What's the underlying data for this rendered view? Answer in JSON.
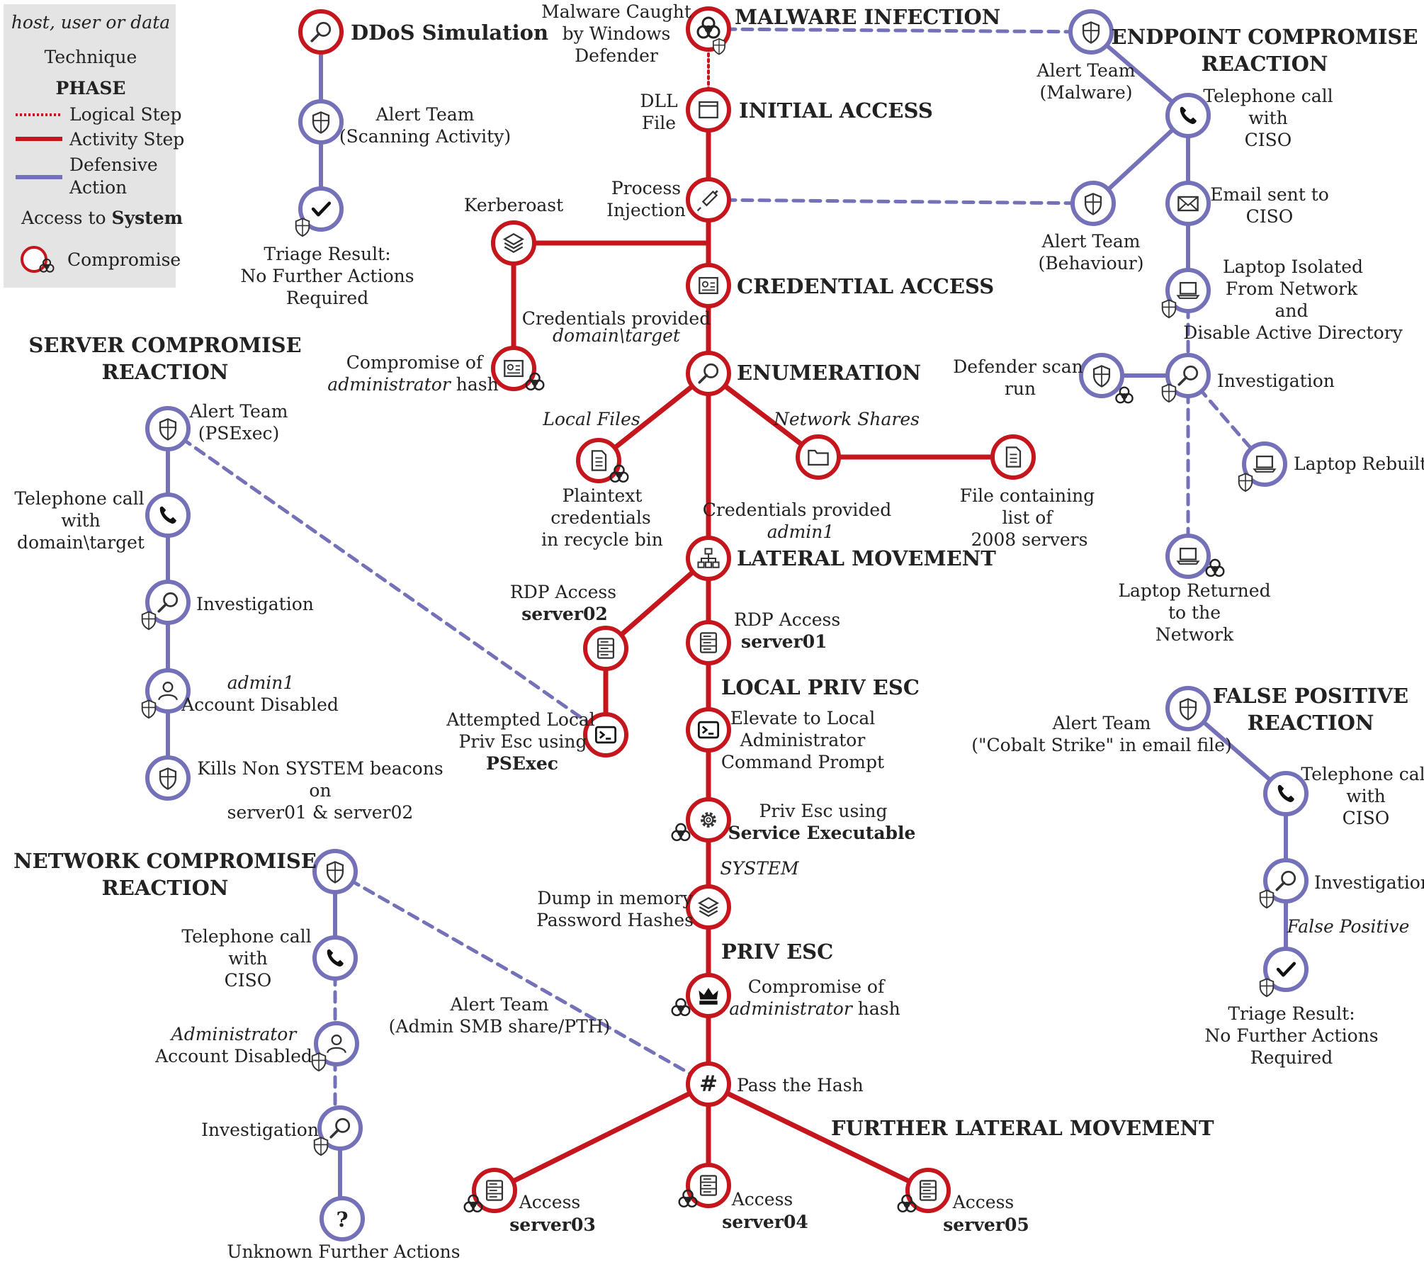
{
  "colors": {
    "activity": "#c4161c",
    "defensive": "#7471b8",
    "node_fill": "#ffffff",
    "icon": "#333333",
    "legend_bg": "#e4e4e4"
  },
  "legend": {
    "line1": "host, user or data",
    "line2": "Technique",
    "line3": "PHASE",
    "logical": "Logical Step",
    "activity": "Activity Step",
    "defensive_1": "Defensive",
    "defensive_2": "Action",
    "access_prefix": "Access to ",
    "access_bold": "System",
    "compromise": "Compromise"
  },
  "phases": {
    "ddos": "DDoS Simulation",
    "malware": "MALWARE INFECTION",
    "initial": "INITIAL ACCESS",
    "credential": "CREDENTIAL ACCESS",
    "enumeration": "ENUMERATION",
    "lateral": "LATERAL MOVEMENT",
    "localpriv": "LOCAL PRIV ESC",
    "privesc": "PRIV ESC",
    "further": "FURTHER LATERAL MOVEMENT",
    "endpoint_1": "ENDPOINT COMPROMISE",
    "endpoint_2": "REACTION",
    "server_1": "SERVER COMPROMISE",
    "server_2": "REACTION",
    "network_1": "NETWORK COMPROMISE",
    "network_2": "REACTION",
    "falsepos_1": "FALSE POSITIVE",
    "falsepos_2": "REACTION"
  },
  "labels": {
    "ddos_alert_1": "Alert  Team",
    "ddos_alert_2": "(Scanning Activity)",
    "ddos_triage_1": "Triage Result:",
    "ddos_triage_2": "No Further Actions",
    "ddos_triage_3": "Required",
    "mal_caught_1": "Malware Caught",
    "mal_caught_2": "by Windows",
    "mal_caught_3": "Defender",
    "dll_1": "DLL",
    "dll_2": "File",
    "proc_1": "Process",
    "proc_2": "Injection",
    "kerb": "Kerberoast",
    "comp_admin_1": "Compromise of",
    "comp_admin_2i": "administrator",
    "comp_admin_2": " hash",
    "cred_prov_1": "Credentials provided",
    "cred_prov_2": "domain\\target",
    "local_files": "Local Files",
    "net_shares": "Network Shares",
    "plaintext_1": "Plaintext",
    "plaintext_2": "credentials",
    "plaintext_3": "in recycle bin",
    "filelist_1": "File containing",
    "filelist_2": "list of",
    "filelist_3": "2008 servers",
    "cred_admin_1": "Credentials provided",
    "cred_admin_2": "admin1",
    "rdp02_1": "RDP Access",
    "rdp02_2": "server02",
    "rdp01_1": "RDP Access",
    "rdp01_2": "server01",
    "attempt_1": "Attempted Local",
    "attempt_2": "Priv Esc using",
    "attempt_3": "PSExec",
    "elevate_1": "Elevate to Local",
    "elevate_2": "Administrator",
    "elevate_3": "Command Prompt",
    "svc_1": "Priv Esc using",
    "svc_2": "Service Executable",
    "system": "SYSTEM",
    "dump_1": "Dump in memory",
    "dump_2": "Password Hashes",
    "comp_admin2_1": "Compromise of",
    "comp_admin2_2i": "administrator",
    "comp_admin2_2": " hash",
    "pth": "Pass the Hash",
    "access": "Access",
    "server03": "server03",
    "server04": "server04",
    "server05": "server05",
    "ep_alert_mal_1": "Alert  Team",
    "ep_alert_mal_2": "(Malware)",
    "ep_tel_1": "Telephone call",
    "ep_tel_2": "with",
    "ep_tel_3": "CISO",
    "ep_alert_beh_1": "Alert  Team",
    "ep_alert_beh_2": "(Behaviour)",
    "ep_email_1": "Email sent to",
    "ep_email_2": "CISO",
    "ep_iso_1": "Laptop Isolated",
    "ep_iso_2": "From Network",
    "ep_iso_3": "and",
    "ep_iso_4": "Disable Active Directory",
    "ep_def_1": "Defender scan",
    "ep_def_2": "run",
    "ep_inv": "Investigation",
    "ep_rebuilt": "Laptop Rebuilt",
    "ep_ret_1": "Laptop Returned",
    "ep_ret_2": "to the",
    "ep_ret_3": "Network",
    "sv_alert_1": "Alert  Team",
    "sv_alert_2": "(PSExec)",
    "sv_tel_1": "Telephone call",
    "sv_tel_2": "with",
    "sv_tel_3": "domain\\target",
    "sv_inv": "Investigation",
    "sv_admin_1": "admin1",
    "sv_admin_2": "Account Disabled",
    "sv_kill_1": "Kills Non SYSTEM beacons",
    "sv_kill_2": "on",
    "sv_kill_3": "server01 & server02",
    "nw_alert_1": "Alert  Team",
    "nw_alert_2": "(Admin SMB share/PTH)",
    "nw_tel_1": "Telephone call",
    "nw_tel_2": "with",
    "nw_tel_3": "CISO",
    "nw_admin_1": "Administrator",
    "nw_admin_2": "Account Disabled",
    "nw_inv": "Investigation",
    "nw_unknown": "Unknown Further Actions",
    "fp_alert_1": "Alert  Team",
    "fp_alert_2": "(\"Cobalt Strike\" in email file)",
    "fp_tel_1": "Telephone call",
    "fp_tel_2": "with",
    "fp_tel_3": "CISO",
    "fp_inv": "Investigation",
    "fp_false": "False Positive",
    "fp_triage_1": "Triage Result:",
    "fp_triage_2": "No Further Actions",
    "fp_triage_3": "Required"
  },
  "icons": {
    "magnifier": "magnifier-icon",
    "shield": "shield-icon",
    "check": "check-icon",
    "biohazard": "biohazard-icon",
    "window": "window-icon",
    "syringe": "syringe-icon",
    "layers": "layers-icon",
    "id_card": "id-card-icon",
    "document": "document-icon",
    "folder": "folder-icon",
    "network": "network-icon",
    "server": "server-icon",
    "terminal": "terminal-icon",
    "gear": "gear-icon",
    "crown": "crown-icon",
    "hash": "hash-icon",
    "phone": "phone-icon",
    "envelope": "envelope-icon",
    "laptop": "laptop-icon",
    "user": "user-icon",
    "question": "question-icon"
  }
}
